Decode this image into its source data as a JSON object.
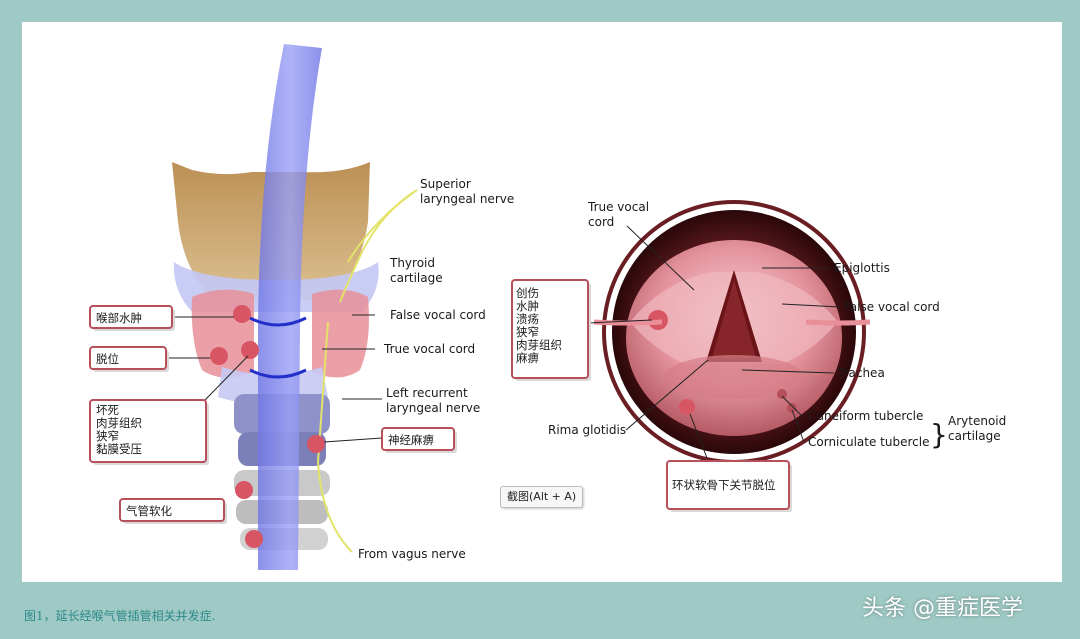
{
  "left_labels": {
    "superior_nerve": [
      "Superior",
      "laryngeal nerve"
    ],
    "thyroid": [
      "Thyroid",
      "cartilage"
    ],
    "false_cord": "False vocal cord",
    "true_cord": "True vocal cord",
    "recurrent_nerve": [
      "Left recurrent",
      "laryngeal nerve"
    ],
    "vagus": "From vagus nerve"
  },
  "left_boxes": {
    "edema": "喉部水肿",
    "dislocation": "脱位",
    "necrosis": [
      "坏死",
      "肉芽组织",
      "狭窄",
      "黏膜受压"
    ],
    "nerve_paralysis": "神经麻痹",
    "tracheomalacia": "气管软化"
  },
  "right_labels": {
    "true_cord": [
      "True vocal",
      "cord"
    ],
    "epiglottis": "Epiglottis",
    "false_cord": "False vocal cord",
    "trachea": "Trachea",
    "rima": "Rima glotidis",
    "cuneiform": "Cuneiform tubercle",
    "corniculate": "Corniculate tubercle",
    "arytenoid": [
      "Arytenoid",
      "cartilage"
    ]
  },
  "right_boxes": {
    "injury": [
      "创伤",
      "水肿",
      "溃疡",
      "狭窄",
      "肉芽组织",
      "麻痹"
    ],
    "cricoarytenoid": "环状软骨下关节脱位"
  },
  "tooltip": "截图(Alt + A)",
  "caption": "图1，延长经喉气管插管相关并发症.",
  "watermark": "头条 @重症医学",
  "colors": {
    "frame": "#9fc9c4",
    "box_border": "#b7505a",
    "tube": "#7f86ee",
    "thyroid": "#c9a46a",
    "mucosa": "#e88f99",
    "nerve": "#e3e36a"
  }
}
